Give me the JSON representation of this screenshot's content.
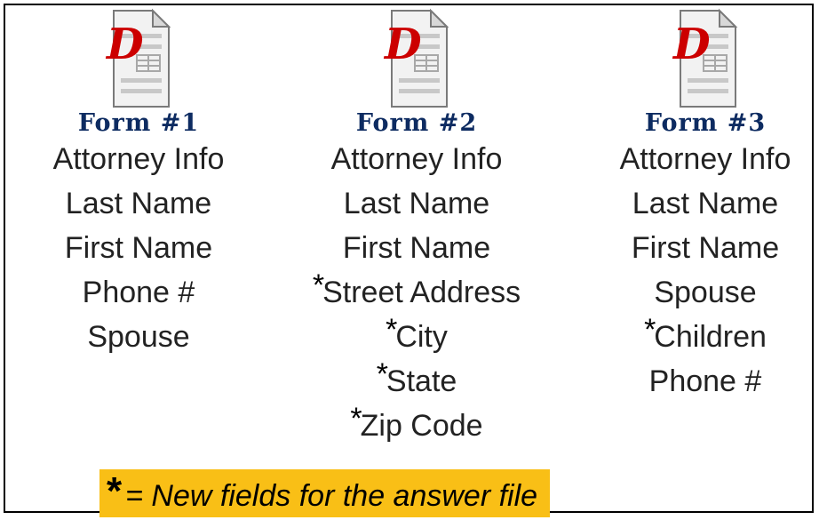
{
  "forms": [
    {
      "title": "Form #1",
      "fields": [
        {
          "label": "Attorney Info",
          "new": false
        },
        {
          "label": "Last Name",
          "new": false
        },
        {
          "label": "First Name",
          "new": false
        },
        {
          "label": "Phone #",
          "new": false
        },
        {
          "label": "Spouse",
          "new": false
        }
      ]
    },
    {
      "title": "Form #2",
      "fields": [
        {
          "label": "Attorney Info",
          "new": false
        },
        {
          "label": "Last Name",
          "new": false
        },
        {
          "label": "First Name",
          "new": false
        },
        {
          "label": "Street Address",
          "new": true
        },
        {
          "label": "City",
          "new": true
        },
        {
          "label": "State",
          "new": true
        },
        {
          "label": "Zip Code",
          "new": true
        }
      ]
    },
    {
      "title": "Form #3",
      "fields": [
        {
          "label": "Attorney Info",
          "new": false
        },
        {
          "label": "Last Name",
          "new": false
        },
        {
          "label": "First Name",
          "new": false
        },
        {
          "label": "Spouse",
          "new": false
        },
        {
          "label": "Children",
          "new": true
        },
        {
          "label": "Phone #",
          "new": false
        }
      ]
    }
  ],
  "marker": "*",
  "legend": {
    "star": "*",
    "text": "= New fields for the answer file"
  },
  "colors": {
    "title": "#0d2b61",
    "legend_background": "#f9bf16",
    "icon_letter": "#cc0000"
  },
  "icons": {
    "document": "document-icon"
  }
}
